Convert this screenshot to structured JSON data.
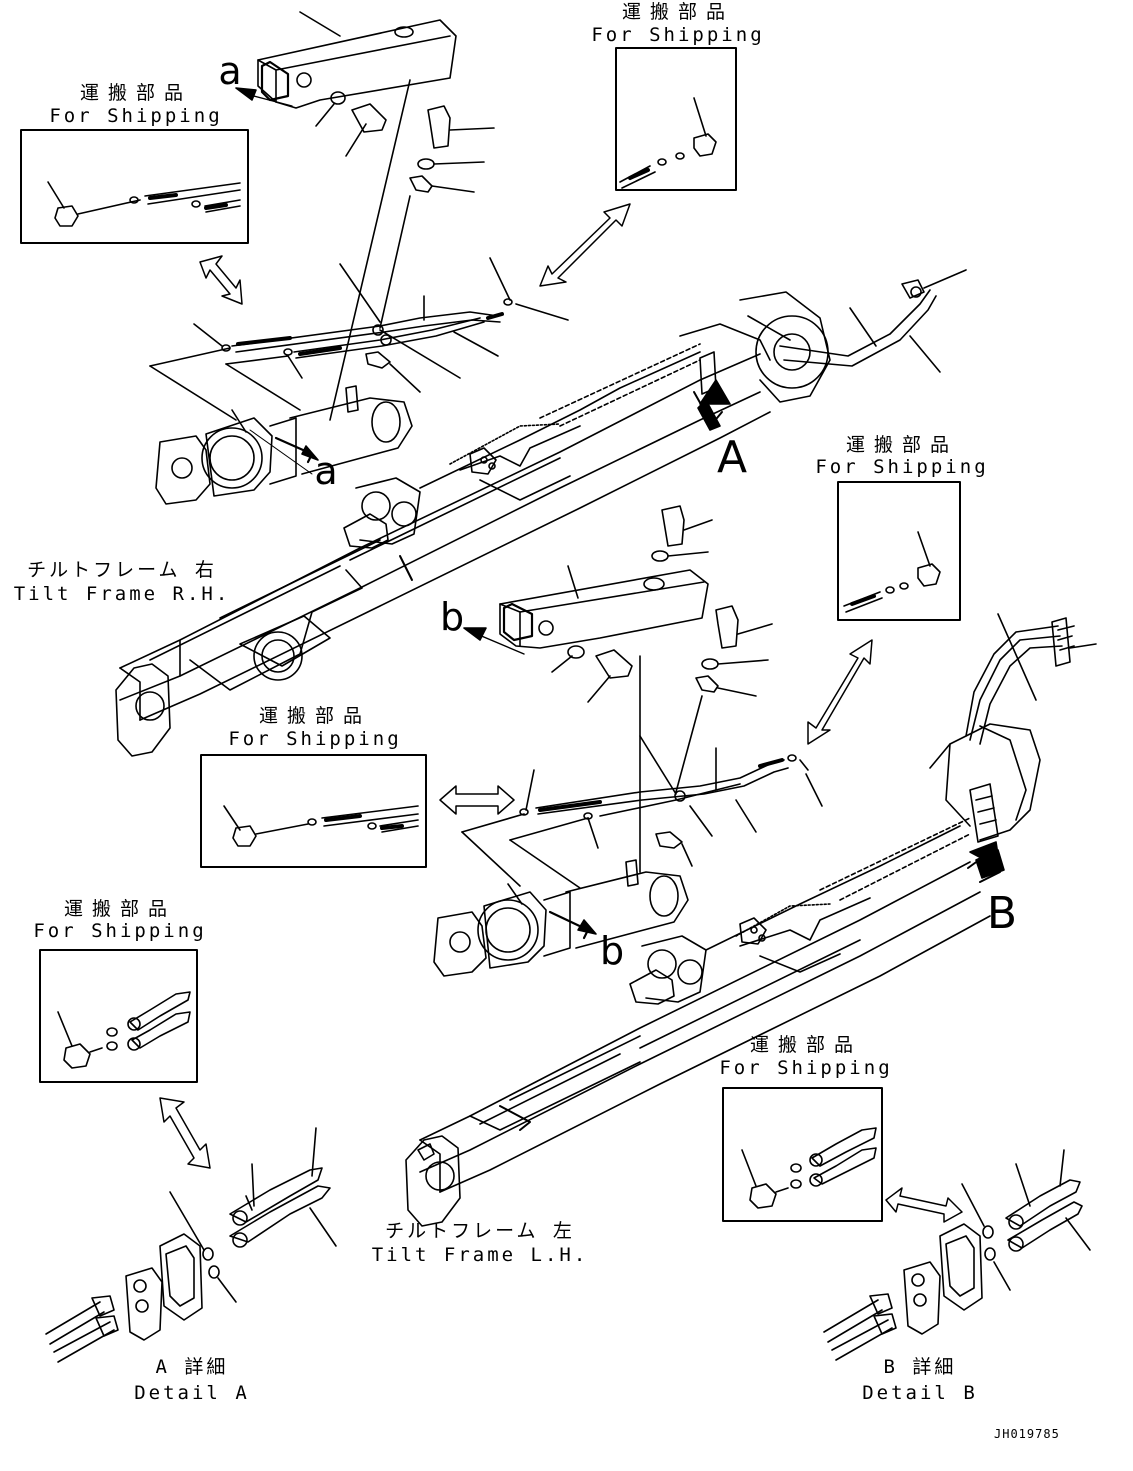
{
  "shipping": {
    "jp": "運搬部品",
    "en": "For Shipping"
  },
  "frames": {
    "right": {
      "jp": "チルトフレーム 右",
      "en": "Tilt Frame R.H."
    },
    "left": {
      "jp": "チルトフレーム 左",
      "en": "Tilt Frame L.H."
    }
  },
  "details": {
    "a": {
      "jp": "A 詳細",
      "en": "Detail A"
    },
    "b": {
      "jp": "B 詳細",
      "en": "Detail B"
    }
  },
  "markers": {
    "A": "A",
    "B": "B",
    "a": "a",
    "b": "b"
  },
  "drawing_number": "JH019785",
  "colors": {
    "ink": "#000000",
    "paper": "#ffffff"
  }
}
